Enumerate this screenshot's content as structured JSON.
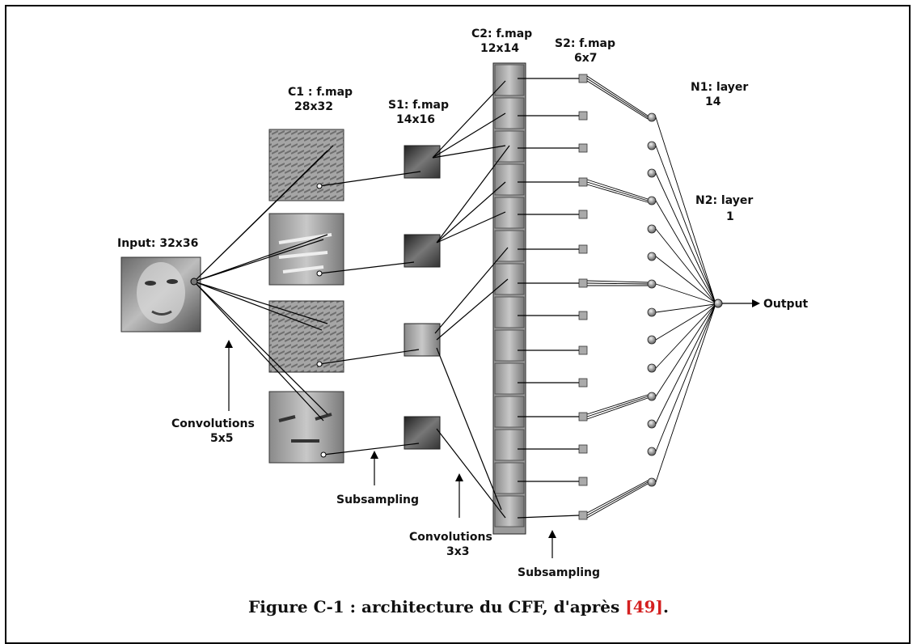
{
  "labels": {
    "input": "Input: 32x36",
    "c1_line1": "C1 : f.map",
    "c1_line2": "28x32",
    "s1_line1": "S1: f.map",
    "s1_line2": "14x16",
    "c2_line1": "C2: f.map",
    "c2_line2": "12x14",
    "s2_line1": "S2: f.map",
    "s2_line2": "6x7",
    "n1_line1": "N1: layer",
    "n1_line2": "14",
    "n2_line1": "N2: layer",
    "n2_line2": "1",
    "output": "Output",
    "conv5_line1": "Convolutions",
    "conv5_line2": "5x5",
    "subsampling1": "Subsampling",
    "conv3_line1": "Convolutions",
    "conv3_line2": "3x3",
    "subsampling2": "Subsampling"
  },
  "caption": {
    "text": "Figure C-1 : architecture du CFF, d'après ",
    "ref": "[49]",
    "end": "."
  }
}
